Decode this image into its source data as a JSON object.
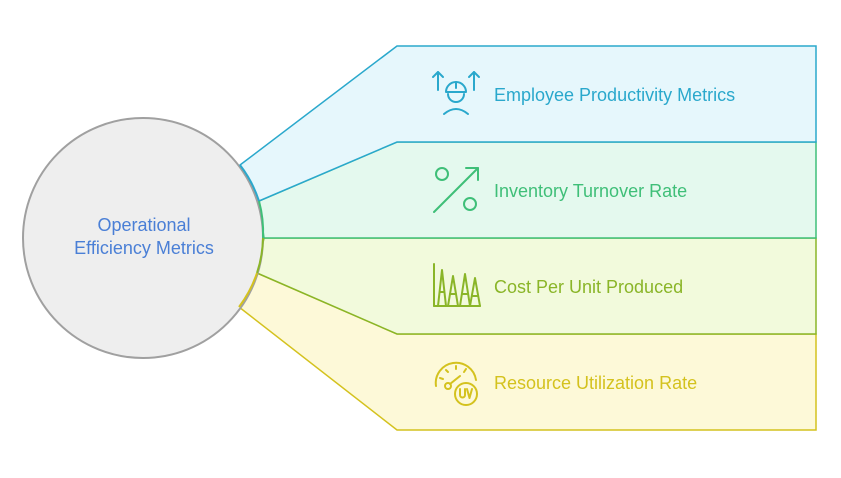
{
  "center": {
    "line1": "Operational",
    "line2": "Efficiency Metrics",
    "text_color": "#4a7fd6",
    "fill": "#eeeeee",
    "stroke": "#a0a0a0"
  },
  "metrics": [
    {
      "label": "Employee Productivity Metrics",
      "icon": "worker-arrows-up-icon",
      "color": "#2aa8cc",
      "fill": "#e6f7fc",
      "stroke": "#2aa8cc"
    },
    {
      "label": "Inventory Turnover Rate",
      "icon": "percent-icon",
      "color": "#3fbf78",
      "fill": "#e4f9ee",
      "stroke": "#3fbf78"
    },
    {
      "label": "Cost Per Unit Produced",
      "icon": "production-chart-icon",
      "color": "#8ab528",
      "fill": "#f2fadc",
      "stroke": "#8ab528"
    },
    {
      "label": "Resource Utilization Rate",
      "icon": "gauge-uv-icon",
      "color": "#d4c21e",
      "fill": "#fdf9d8",
      "stroke": "#d4c21e"
    }
  ]
}
